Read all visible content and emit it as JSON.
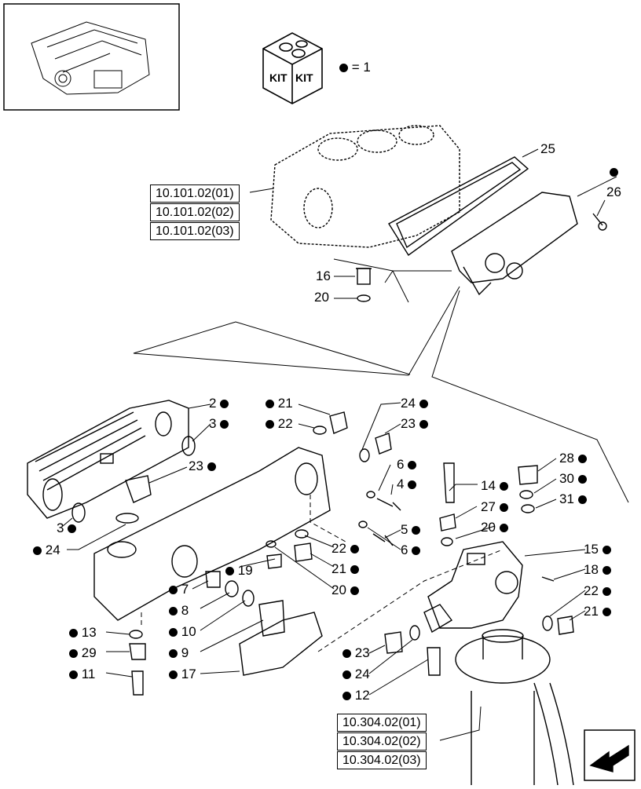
{
  "legend": {
    "qty": "= 1",
    "kit_a": "KIT",
    "kit_b": "KIT"
  },
  "refs_top": [
    "10.101.02(01)",
    "10.101.02(02)",
    "10.101.02(03)"
  ],
  "refs_bottom": [
    "10.304.02(01)",
    "10.304.02(02)",
    "10.304.02(03)"
  ],
  "callouts": [
    {
      "id": "c25",
      "text": "25",
      "dot": "none"
    },
    {
      "id": "c26",
      "text": "26",
      "dot": "none"
    },
    {
      "id": "cdot",
      "text": "",
      "dot": "left"
    },
    {
      "id": "c16",
      "text": "16",
      "dot": "none"
    },
    {
      "id": "c20a",
      "text": "20",
      "dot": "none"
    },
    {
      "id": "c2",
      "text": "2",
      "dot": "right"
    },
    {
      "id": "c3a",
      "text": "3",
      "dot": "right"
    },
    {
      "id": "c23a",
      "text": "23",
      "dot": "right"
    },
    {
      "id": "c3b",
      "text": "3",
      "dot": "right"
    },
    {
      "id": "c24a",
      "text": "24",
      "dot": "left"
    },
    {
      "id": "c21a",
      "text": "21",
      "dot": "left"
    },
    {
      "id": "c22a",
      "text": "22",
      "dot": "left"
    },
    {
      "id": "c24b",
      "text": "24",
      "dot": "right"
    },
    {
      "id": "c23b",
      "text": "23",
      "dot": "right"
    },
    {
      "id": "c6a",
      "text": "6",
      "dot": "right"
    },
    {
      "id": "c4",
      "text": "4",
      "dot": "right"
    },
    {
      "id": "c5",
      "text": "5",
      "dot": "right"
    },
    {
      "id": "c6b",
      "text": "6",
      "dot": "right"
    },
    {
      "id": "c14",
      "text": "14",
      "dot": "right"
    },
    {
      "id": "c27",
      "text": "27",
      "dot": "right"
    },
    {
      "id": "c20b",
      "text": "20",
      "dot": "right"
    },
    {
      "id": "c28",
      "text": "28",
      "dot": "right"
    },
    {
      "id": "c30",
      "text": "30",
      "dot": "right"
    },
    {
      "id": "c31",
      "text": "31",
      "dot": "right"
    },
    {
      "id": "c22b",
      "text": "22",
      "dot": "right"
    },
    {
      "id": "c21b",
      "text": "21",
      "dot": "right"
    },
    {
      "id": "c20c",
      "text": "20",
      "dot": "right"
    },
    {
      "id": "c19",
      "text": "19",
      "dot": "left"
    },
    {
      "id": "c7",
      "text": "7",
      "dot": "left"
    },
    {
      "id": "c8",
      "text": "8",
      "dot": "left"
    },
    {
      "id": "c10",
      "text": "10",
      "dot": "left"
    },
    {
      "id": "c9",
      "text": "9",
      "dot": "left"
    },
    {
      "id": "c17",
      "text": "17",
      "dot": "left"
    },
    {
      "id": "c13",
      "text": "13",
      "dot": "left"
    },
    {
      "id": "c29",
      "text": "29",
      "dot": "left"
    },
    {
      "id": "c11",
      "text": "11",
      "dot": "left"
    },
    {
      "id": "c15",
      "text": "15",
      "dot": "right"
    },
    {
      "id": "c18",
      "text": "18",
      "dot": "right"
    },
    {
      "id": "c22c",
      "text": "22",
      "dot": "right"
    },
    {
      "id": "c21c",
      "text": "21",
      "dot": "right"
    },
    {
      "id": "c23c",
      "text": "23",
      "dot": "left"
    },
    {
      "id": "c24c",
      "text": "24",
      "dot": "left"
    },
    {
      "id": "c12",
      "text": "12",
      "dot": "left"
    }
  ]
}
